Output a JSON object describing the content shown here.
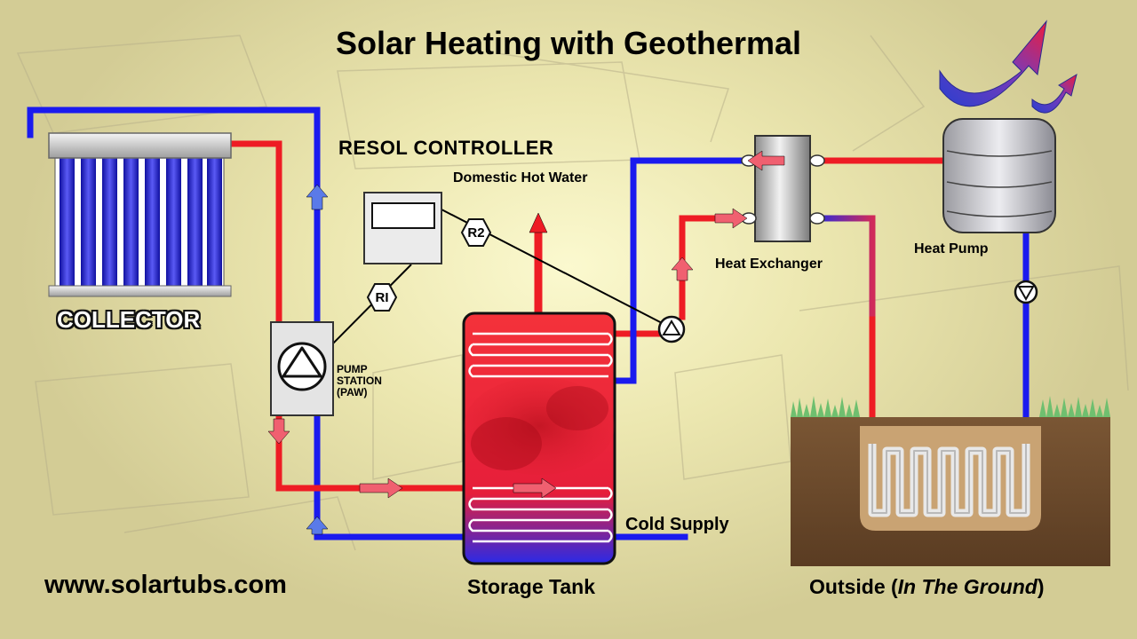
{
  "title": "Solar Heating with Geothermal",
  "labels": {
    "controller": "RESOL CONTROLLER",
    "domestic_hot_water": "Domestic Hot Water",
    "heat_exchanger": "Heat Exchanger",
    "heat_pump": "Heat Pump",
    "collector": "COLLECTOR",
    "pump_station_line1": "PUMP",
    "pump_station_line2": "STATION",
    "pump_station_line3": "(PAW)",
    "cold_supply": "Cold Supply",
    "storage_tank": "Storage Tank",
    "outside_prefix": "Outside (",
    "outside_italic": "In The Ground",
    "outside_suffix": ")",
    "website": "www.solartubs.com",
    "relay_r1": "RI",
    "relay_r2": "R2"
  },
  "colors": {
    "hot_pipe": "#ee1c24",
    "cold_pipe": "#1a1aee",
    "soil": "#6b4a2c",
    "soil_pit": "#c5a071",
    "grass": "#6fbf6f"
  }
}
